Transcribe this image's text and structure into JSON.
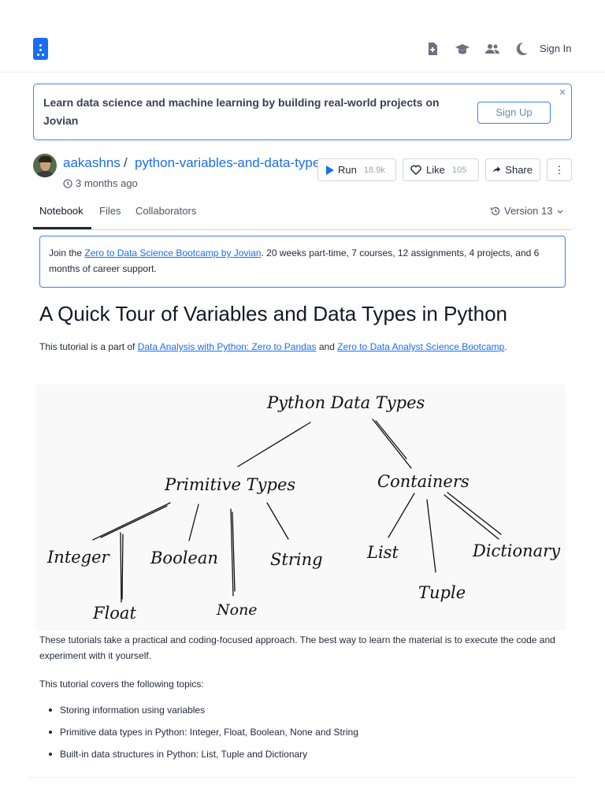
{
  "navbar": {
    "sign_in_label": "Sign In",
    "icons": [
      "new-notebook-icon",
      "courses-icon",
      "community-icon",
      "dark-mode-icon"
    ]
  },
  "banner": {
    "text": "Learn data science and machine learning by building real-world projects on Jovian",
    "button_label": "Sign Up",
    "close_symbol": "×"
  },
  "breadcrumb": {
    "user": "aakashns",
    "separator": "/",
    "project": "python-variables-and-data-types",
    "updated": "3 months ago"
  },
  "actions": {
    "run": {
      "label": "Run",
      "count": "18.9k"
    },
    "like": {
      "label": "Like",
      "count": "105"
    },
    "share": {
      "label": "Share"
    },
    "more_symbol": "⋮"
  },
  "tabs": {
    "items": [
      "Notebook",
      "Files",
      "Collaborators"
    ],
    "active": "Notebook",
    "version": "Version 13"
  },
  "bootcamp": {
    "prefix": "Join the ",
    "link": "Zero to Data Science Bootcamp by Jovian",
    "suffix": ". 20 weeks part-time, 7 courses, 12 assignments, 4 projects, and 6 months of career support."
  },
  "content": {
    "title": "A Quick Tour of Variables and Data Types in Python",
    "intro_prefix": "This tutorial is a part of ",
    "intro_link1": "Data Analysis with Python: Zero to Pandas",
    "intro_mid": " and ",
    "intro_link2": "Zero to Data Analyst Science Bootcamp",
    "intro_suffix": ".",
    "approach": "These tutorials take a practical and coding-focused approach. The best way to learn the material is to execute the code and experiment with it yourself.",
    "covers": "This tutorial covers the following topics:",
    "topics": [
      "Storing information using variables",
      "Primitive data types in Python: Integer, Float, Boolean, None and String",
      "Built-in data structures in Python: List, Tuple and Dictionary"
    ]
  },
  "diagram": {
    "root": "Python Data Types",
    "primitive": "Primitive Types",
    "containers": "Containers",
    "integer": "Integer",
    "float": "Float",
    "boolean": "Boolean",
    "none": "None",
    "string": "String",
    "list": "List",
    "tuple": "Tuple",
    "dictionary": "Dictionary"
  }
}
